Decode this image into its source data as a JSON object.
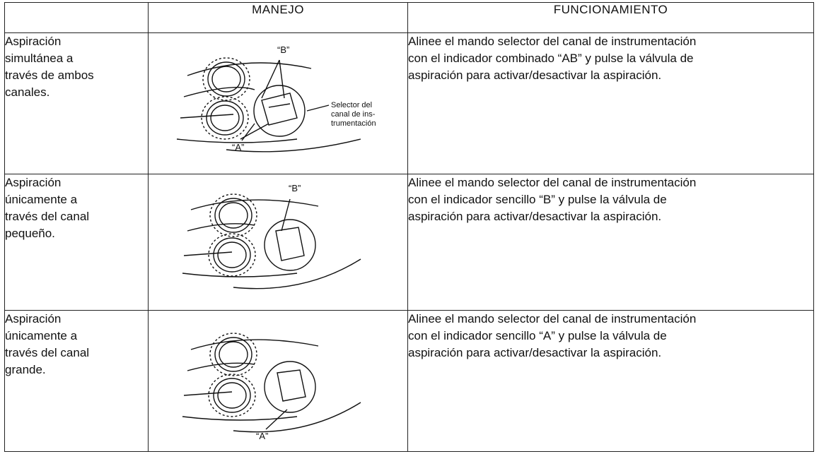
{
  "table": {
    "headers": [
      "",
      "MANEJO",
      "FUNCIONAMIENTO"
    ],
    "rows": [
      {
        "label_lines": [
          "Aspiración",
          "simultánea a",
          "través de ambos",
          "canales."
        ],
        "desc_lines": [
          "Alinee el mando selector del canal de instrumentación",
          "con el indicador combinado “AB” y pulse la válvula de",
          "aspiración para activar/desactivar la aspiración."
        ],
        "illustration": {
          "marker_b": "“B”",
          "marker_a": "“A”",
          "selector_note_lines": [
            "Selector del",
            "canal de ins-",
            "trumentación"
          ]
        }
      },
      {
        "label_lines": [
          "Aspiración",
          "únicamente a",
          "través del canal",
          "pequeño."
        ],
        "desc_lines": [
          "Alinee el mando selector del canal de instrumentación",
          "con el indicador sencillo “B” y pulse la válvula de",
          "aspiración para activar/desactivar la aspiración."
        ],
        "illustration": {
          "marker_b": "“B”"
        }
      },
      {
        "label_lines": [
          "Aspiración",
          "únicamente a",
          "través del canal",
          "grande."
        ],
        "desc_lines": [
          "Alinee el mando selector del canal de instrumentación",
          "con el indicador sencillo “A” y pulse la válvula de",
          "aspiración para activar/desactivar la aspiración."
        ],
        "illustration": {
          "marker_a": "“A”"
        }
      }
    ]
  }
}
